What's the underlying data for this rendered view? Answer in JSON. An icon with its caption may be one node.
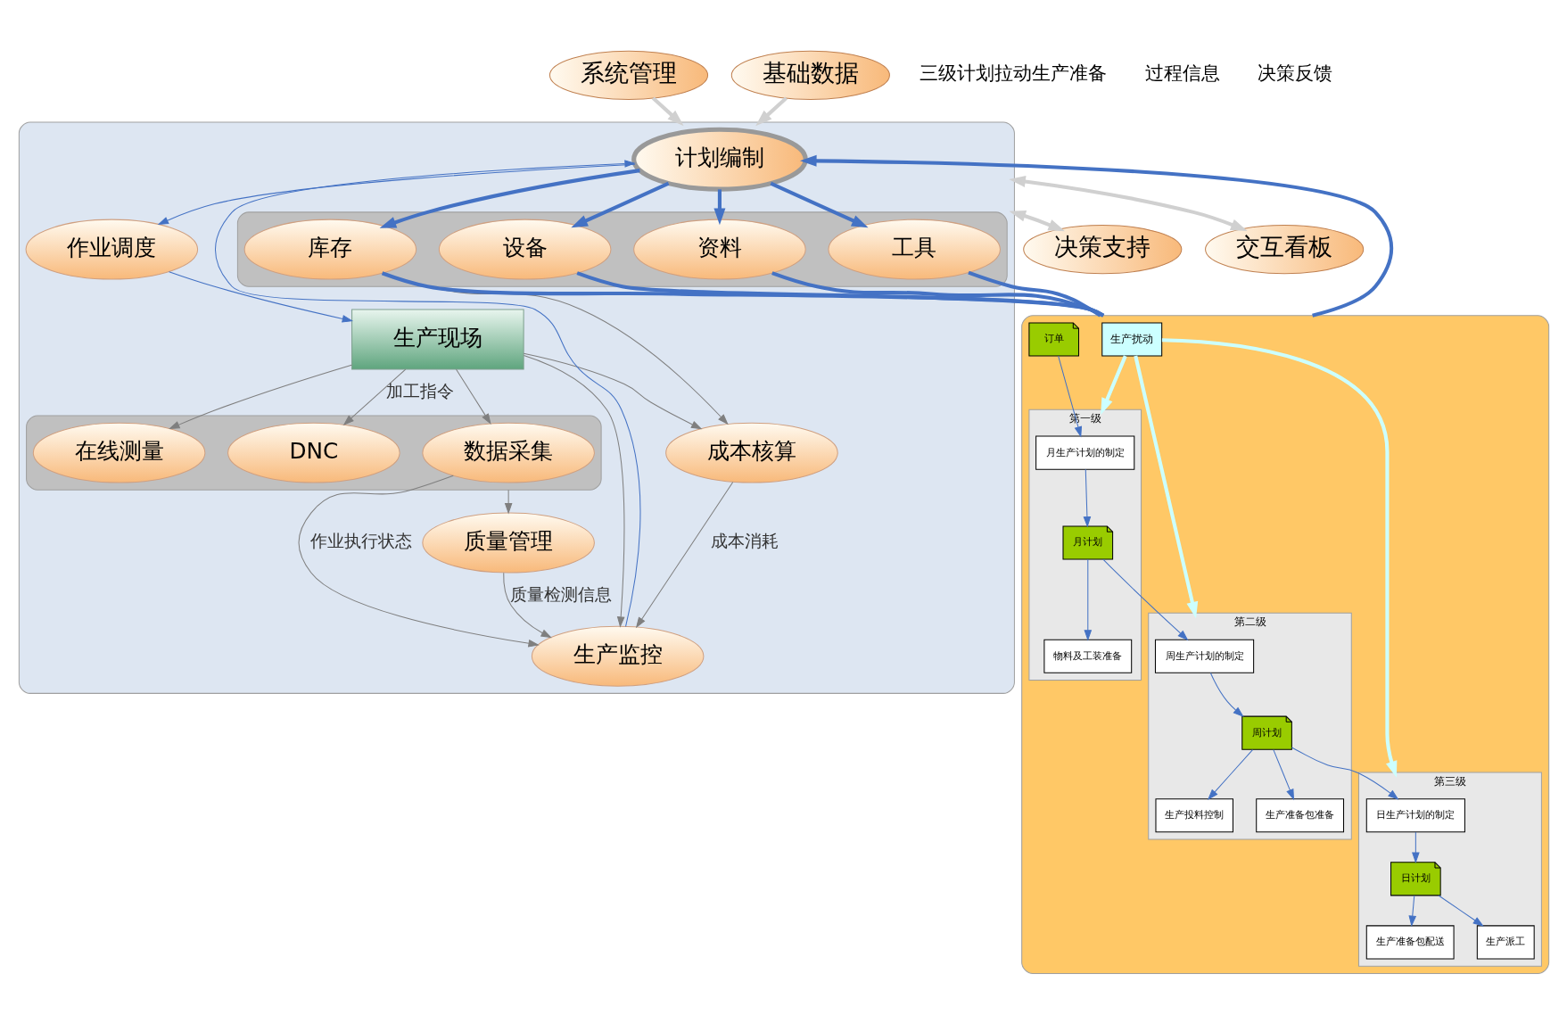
{
  "diagram": {
    "nodes": [
      {
        "text": [
          "系统管理"
        ]
      },
      {
        "text": [
          "基础数据"
        ]
      },
      {
        "text": [
          "决策支持"
        ]
      },
      {
        "text": [
          "交互看板"
        ]
      },
      {
        "text": [],
        "shape": "box"
      },
      {
        "text": [],
        "shape": "box"
      },
      {
        "text": [
          "生产扰动"
        ],
        "in": 5
      },
      {
        "text": [
          "第一级"
        ],
        "in": 5
      },
      {
        "text": [
          "订单"
        ],
        "in": 5
      },
      {
        "text": [
          "月生产计划的制定"
        ],
        "in": 7
      },
      {
        "text": [
          "月计划"
        ],
        "in": 7
      },
      {
        "text": [
          "物料及工装准备"
        ],
        "in": 7
      },
      {
        "text": [
          "第二级"
        ],
        "in": 5
      },
      {
        "text": [
          "周生产计划的制定"
        ],
        "in": 12
      },
      {
        "text": [
          "周计划"
        ],
        "in": 12
      },
      {
        "text": [
          "生产投料控制"
        ],
        "in": 12
      },
      {
        "text": [
          "生产准备包准备"
        ],
        "in": 12
      },
      {
        "text": [
          "第三级"
        ],
        "in": 5
      },
      {
        "text": [
          "日生产计划的制定"
        ],
        "in": 17
      },
      {
        "text": [
          "日计划"
        ],
        "in": 17
      },
      {
        "text": [
          "生产准备包配送"
        ],
        "in": 17
      },
      {
        "text": [
          "生产派工"
        ],
        "in": 17
      },
      {
        "text": [
          "计划编制"
        ],
        "in": 4
      },
      {
        "text": [
          "作业调度"
        ],
        "in": 4
      },
      {
        "text": [],
        "shape": "box",
        "in": 4
      },
      {
        "text": [
          "库存"
        ],
        "in": 24
      },
      {
        "text": [
          "工具"
        ],
        "in": 24
      },
      {
        "text": [
          "设备"
        ],
        "in": 24
      },
      {
        "text": [
          "资料"
        ],
        "in": 24
      },
      {
        "text": [
          "生产现场"
        ],
        "in": 4
      },
      {
        "text": [
          "生产监控"
        ],
        "in": 4
      },
      {
        "text": [
          "成本核算"
        ],
        "in": 4
      },
      {
        "text": [],
        "shape": "box",
        "in": 4
      },
      {
        "text": [
          "数据采集"
        ],
        "in": 32
      },
      {
        "text": [
          "在线测量"
        ],
        "in": 32
      },
      {
        "text": [
          "DNC"
        ],
        "in": 32
      },
      {
        "text": [
          "质量管理"
        ],
        "in": 4
      }
    ],
    "edges": [
      {
        "from": 0,
        "to": 4,
        "arrow": "to",
        "style": "thick",
        "color": "#d0d0d0"
      },
      {
        "from": 1,
        "to": 4,
        "arrow": "to",
        "style": "thick",
        "color": "#d0d0d0"
      },
      {
        "from": 4,
        "to": 2,
        "arrow": "both",
        "style": "thick",
        "color": "#d0d0d0"
      },
      {
        "from": 4,
        "to": 3,
        "arrow": "both",
        "style": "thick",
        "color": "#d0d0d0"
      },
      {
        "from": 6,
        "to": 7,
        "arrow": "to",
        "style": "thick",
        "color": "#ccffff"
      },
      {
        "from": 6,
        "to": 12,
        "arrow": "to",
        "style": "thick",
        "color": "#ccffff"
      },
      {
        "from": 6,
        "to": 17,
        "arrow": "to",
        "style": "thick",
        "color": "#ccffff"
      },
      {
        "from": 8,
        "to": 9,
        "arrow": "to"
      },
      {
        "from": 9,
        "to": 10,
        "arrow": "to"
      },
      {
        "from": 10,
        "to": 11,
        "arrow": "to"
      },
      {
        "from": 10,
        "to": 13,
        "arrow": "to"
      },
      {
        "from": 13,
        "to": 14,
        "arrow": "to"
      },
      {
        "from": 14,
        "to": 15,
        "arrow": "to"
      },
      {
        "from": 14,
        "to": 16,
        "arrow": "to"
      },
      {
        "from": 14,
        "to": 18,
        "arrow": "to"
      },
      {
        "from": 18,
        "to": 19,
        "arrow": "to"
      },
      {
        "from": 19,
        "to": 20,
        "arrow": "to"
      },
      {
        "from": 19,
        "to": 21,
        "arrow": "to"
      },
      {
        "from": 5,
        "to": 22,
        "arrow": "to",
        "style": "thick"
      },
      {
        "from": 25,
        "to": 5,
        "arrow": "none",
        "style": "thick"
      },
      {
        "from": 26,
        "to": 5,
        "arrow": "none",
        "style": "thick"
      },
      {
        "from": 27,
        "to": 5,
        "arrow": "none",
        "style": "thick"
      },
      {
        "from": 28,
        "to": 5,
        "arrow": "none",
        "style": "thick"
      },
      {
        "from": 22,
        "to": 25,
        "arrow": "to",
        "style": "thick"
      },
      {
        "from": 22,
        "to": 26,
        "arrow": "to",
        "style": "thick"
      },
      {
        "from": 22,
        "to": 27,
        "arrow": "to",
        "style": "thick"
      },
      {
        "from": 22,
        "to": 28,
        "arrow": "to",
        "style": "thick"
      },
      {
        "from": 22,
        "to": 23,
        "arrow": "to"
      },
      {
        "from": 23,
        "to": 29,
        "arrow": "to"
      },
      {
        "from": 30,
        "to": 22,
        "arrow": "to"
      },
      {
        "from": 29,
        "to": 30,
        "arrow": "to",
        "color": "#7f7f7f"
      },
      {
        "from": 29,
        "to": 31,
        "arrow": "to",
        "color": "#7f7f7f"
      },
      {
        "from": 24,
        "to": 31,
        "arrow": "to",
        "color": "#7f7f7f"
      },
      {
        "from": 29,
        "to": 33,
        "arrow": "to",
        "color": "#7f7f7f"
      },
      {
        "from": 29,
        "to": 34,
        "arrow": "to",
        "color": "#7f7f7f"
      },
      {
        "from": 29,
        "to": 35,
        "arrow": "to",
        "color": "#7f7f7f",
        "label": "加工指令"
      },
      {
        "from": 32,
        "to": 36,
        "arrow": "to",
        "color": "#7f7f7f"
      },
      {
        "from": 33,
        "to": 30,
        "arrow": "to",
        "color": "#7f7f7f",
        "label": "作业执行状态"
      },
      {
        "from": 36,
        "to": 30,
        "arrow": "to",
        "color": "#7f7f7f",
        "label": "质量检测信息"
      },
      {
        "from": 31,
        "to": 30,
        "arrow": "to",
        "color": "#7f7f7f",
        "label": "成本消耗"
      }
    ],
    "labels": [
      "三级计划拉动生产准备",
      "过程信息",
      "决策反馈"
    ]
  }
}
